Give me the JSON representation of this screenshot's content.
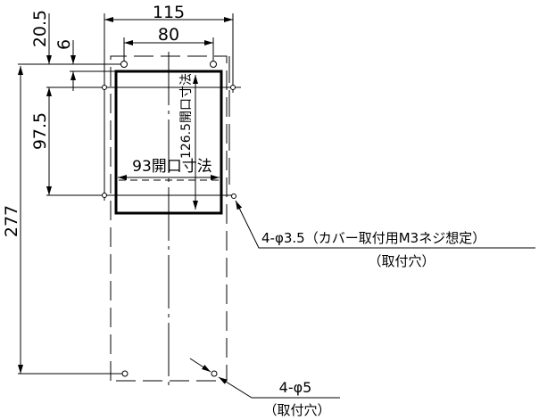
{
  "dimensions": {
    "overall_width": "115",
    "hole_pitch_width": "80",
    "top_offset": "20.5",
    "small_offset": "6",
    "hole_pitch_height": "97.5",
    "overall_height": "277",
    "opening_height": "126.5開口寸法",
    "opening_width": "93開口寸法"
  },
  "callouts": {
    "cover_holes": "4-φ3.5（カバー取付用M3ネジ想定）",
    "cover_holes_note": "（取付穴）",
    "mount_holes": "4-φ5",
    "mount_holes_note": "（取付穴）"
  },
  "colors": {
    "line": "#000000",
    "background": "#ffffff"
  }
}
